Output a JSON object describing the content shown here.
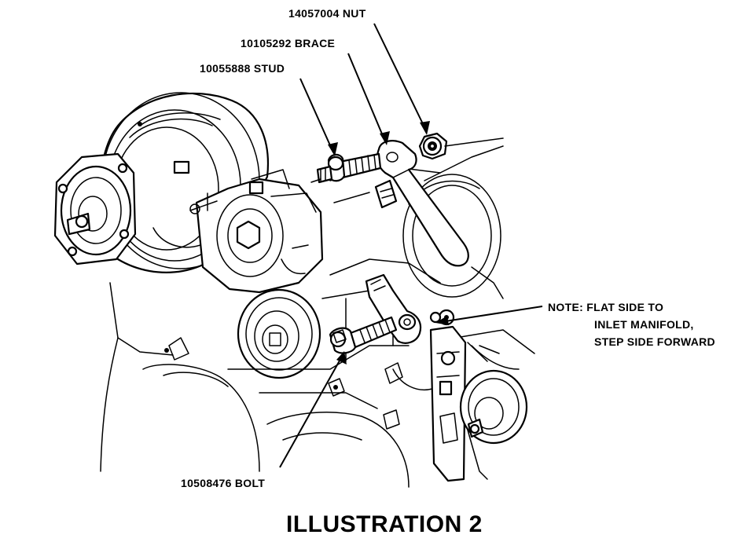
{
  "labels": {
    "nut": "14057004 NUT",
    "brace": "10105292 BRACE",
    "stud": "10055888 STUD",
    "bolt": "10508476 BOLT",
    "note_line1": "NOTE:  FLAT SIDE TO",
    "note_line2": "INLET MANIFOLD,",
    "note_line3": "STEP SIDE FORWARD"
  },
  "caption": "ILLUSTRATION 2"
}
